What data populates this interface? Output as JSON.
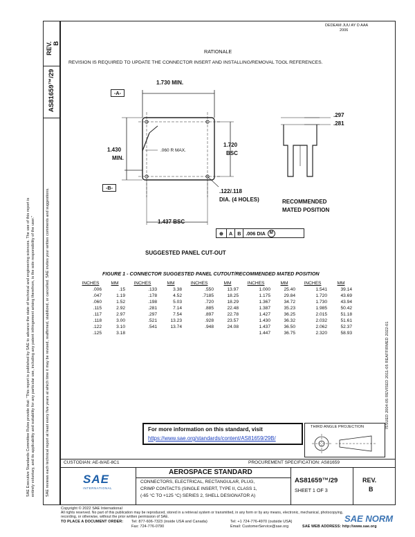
{
  "header_stamp": {
    "line1": "DEDEAM JUU AY D AAA",
    "line2": "2006"
  },
  "left_column": {
    "rev_label": "REV.",
    "rev_value": "B",
    "doc_number": "AS81659™/29",
    "notice_line1": "SAE Executive Standards Committee Rules provide that: \"This report is published by SAE to advance the state of technical and engineering sciences. The use of this report is",
    "notice_line2": "entirely voluntary, and its applicability and suitability for any particular use, including any patent infringement arising therefrom, is the sole responsibility of the user.\"",
    "notice_line3": "SAE reviews each technical report at least every five years at which time it may be revised, reaffirmed, stabilized, or cancelled. SAE invites your written comments and suggestions."
  },
  "right_margin": {
    "history": "ISSUED 2004-05    REVISED 2011-05    REAFFIRMED 2022-01"
  },
  "rationale": {
    "title": "RATIONALE",
    "text": "REVISION IS REQUIRED TO UPDATE THE CONNECTOR INSERT AND INSTALLING/REMOVAL TOOL REFERENCES."
  },
  "drawing": {
    "datum_a": "-A-",
    "datum_b": "-B-",
    "dim_width": "1.730 MIN.",
    "dim_height_min_1": "1.430",
    "dim_height_min_2": "MIN.",
    "dim_bsc_1": "1.720",
    "dim_bsc_2": "BSC",
    "radius_note": ".060 R MAX.",
    "holes_1": ".122/.118",
    "holes_2": "DIA. (4 HOLES)",
    "dim_hole_spacing": "1.437 BSC",
    "tolerance_frame": [
      "A",
      "B",
      ".006 DIA",
      "M"
    ],
    "caption_cutout": "SUGGESTED PANEL CUT-OUT",
    "dim_thick_1": ".297",
    "dim_thick_2": ".281",
    "mated_1": "RECOMMENDED",
    "mated_2": "MATED POSITION"
  },
  "figure_caption": "FIGURE 1 - CONNECTOR SUGGESTED PANEL CUTOUT/RECOMMENDED MATED POSITION",
  "conversion_table": {
    "headers": [
      "INCHES",
      "MM",
      "INCHES",
      "MM",
      "INCHES",
      "MM",
      "INCHES",
      "MM",
      "INCHES",
      "MM"
    ],
    "rows": [
      [
        ".006",
        ".15",
        ".133",
        "3.38",
        ".550",
        "13.97",
        "1.000",
        "25.40",
        "1.541",
        "39.14"
      ],
      [
        ".047",
        "1.19",
        ".178",
        "4.52",
        ".7185",
        "18.25",
        "1.175",
        "29.84",
        "1.720",
        "43.69"
      ],
      [
        ".060",
        "1.52",
        ".198",
        "5.03",
        ".720",
        "18.29",
        "1.367",
        "34.72",
        "1.730",
        "43.94"
      ],
      [
        ".115",
        "2.92",
        ".281",
        "7.14",
        ".885",
        "22.48",
        "1.387",
        "35.23",
        "1.985",
        "50.42"
      ],
      [
        ".117",
        "2.97",
        ".297",
        "7.54",
        ".897",
        "22.78",
        "1.427",
        "36.25",
        "2.015",
        "51.18"
      ],
      [
        ".118",
        "3.00",
        ".521",
        "13.23",
        ".928",
        "23.57",
        "1.430",
        "36.32",
        "2.032",
        "51.61"
      ],
      [
        ".122",
        "3.10",
        ".541",
        "13.74",
        ".948",
        "24.08",
        "1.437",
        "36.50",
        "2.062",
        "52.37"
      ],
      [
        ".125",
        "3.18",
        "",
        "",
        "",
        "",
        "1.447",
        "36.75",
        "2.320",
        "58.93"
      ]
    ]
  },
  "info_box": {
    "line1": "For more information on this standard, visit",
    "url": "https://www.sae.org/standards/content/AS81659/29B/"
  },
  "projection": {
    "label": "THIRD ANGLE PROJECTION"
  },
  "title_block": {
    "custodian": "CUSTODIAN: AE-8/AE-8C1",
    "procurement": "PROCUREMENT SPECIFICATION: AS81659",
    "logo_text": "SAE",
    "logo_sub": "INTERNATIONAL",
    "heading": "AEROSPACE STANDARD",
    "title_line1": "CONNECTORS, ELECTRICAL, RECTANGULAR, PLUG,",
    "title_line2": "CRIMP CONTACTS (SINGLE INSERT, TYPE II, CLASS 1,",
    "title_line3": "(-65 °C TO +125 °C) SERIES 2, SHELL DESIGNATOR A)",
    "doc_number": "AS81659™/29",
    "sheet": "SHEET 1 OF 3",
    "rev_label": "REV.",
    "rev_value": "B"
  },
  "footer": {
    "copyright": "Copyright © 2022 SAE International",
    "rights": "All rights reserved. No part of this publication may be reproduced, stored in a retrieval system or transmitted, in any form or by any means, electronic, mechanical, photocopying,",
    "rights2": "recording, or otherwise, without the prior written permission of SAE.",
    "order_label": "TO PLACE A DOCUMENT ORDER:",
    "tel1": "Tel: 877-606-7323 (inside USA and Canada)",
    "tel2": "Tel: +1 724-776-4970 (outside USA)",
    "fax": "Fax: 724-776-0790",
    "email": "Email: CustomerService@sae.org",
    "web": "SAE WEB ADDRESS: http://www.sae.org",
    "watermark": "SAE NORM"
  }
}
